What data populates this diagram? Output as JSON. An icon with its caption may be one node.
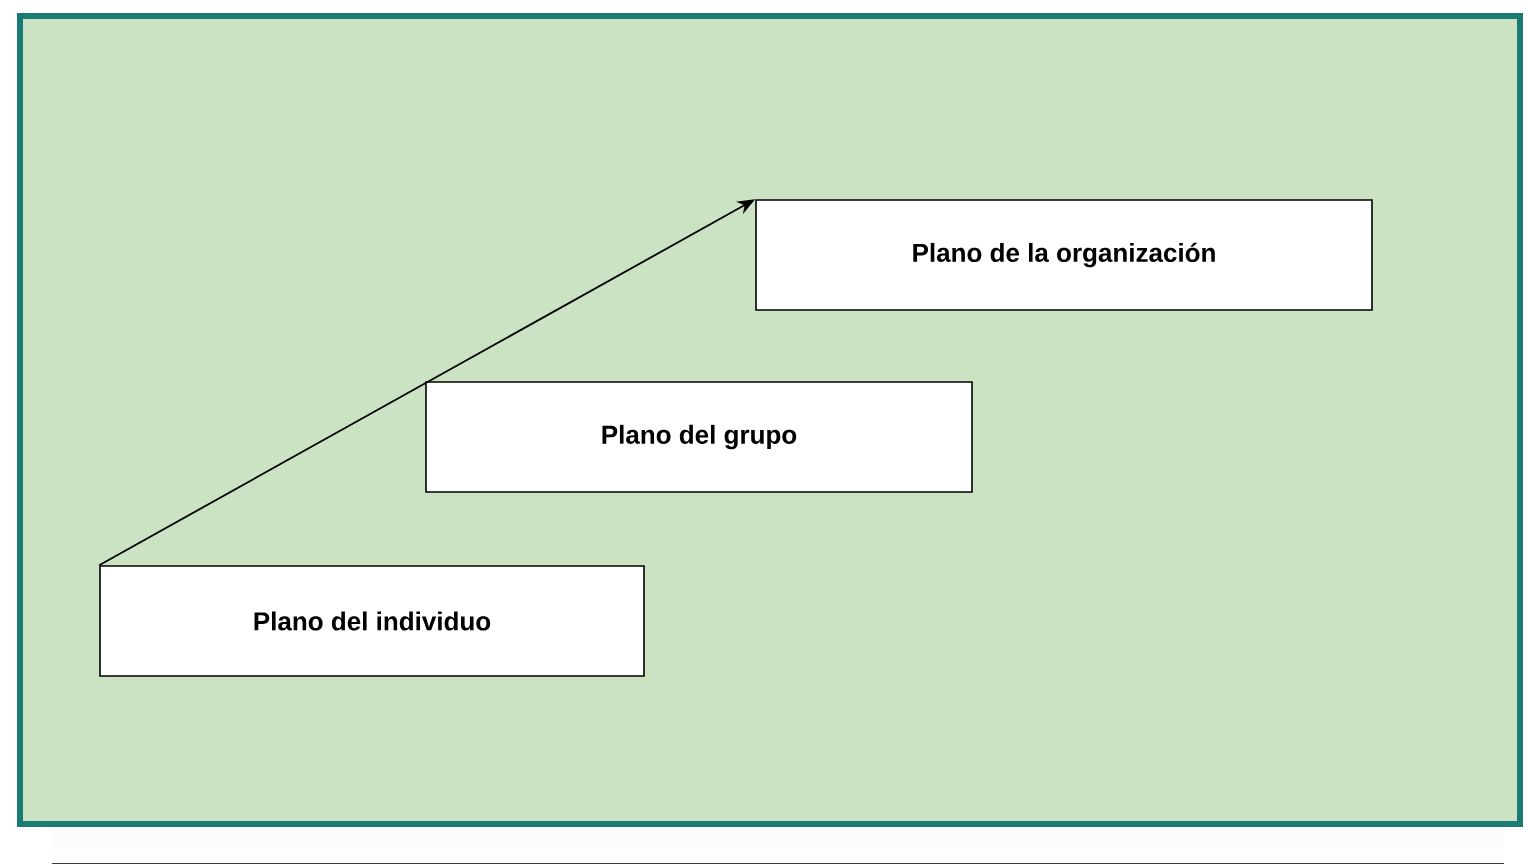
{
  "diagram": {
    "nodes": [
      {
        "text": [
          "Plano del individuo"
        ]
      },
      {
        "text": [
          "Plano del grupo"
        ]
      },
      {
        "text": [
          "Plano de la organización"
        ]
      }
    ],
    "edges": [
      {
        "from": 0,
        "to": 2,
        "arrow": "to"
      }
    ]
  }
}
